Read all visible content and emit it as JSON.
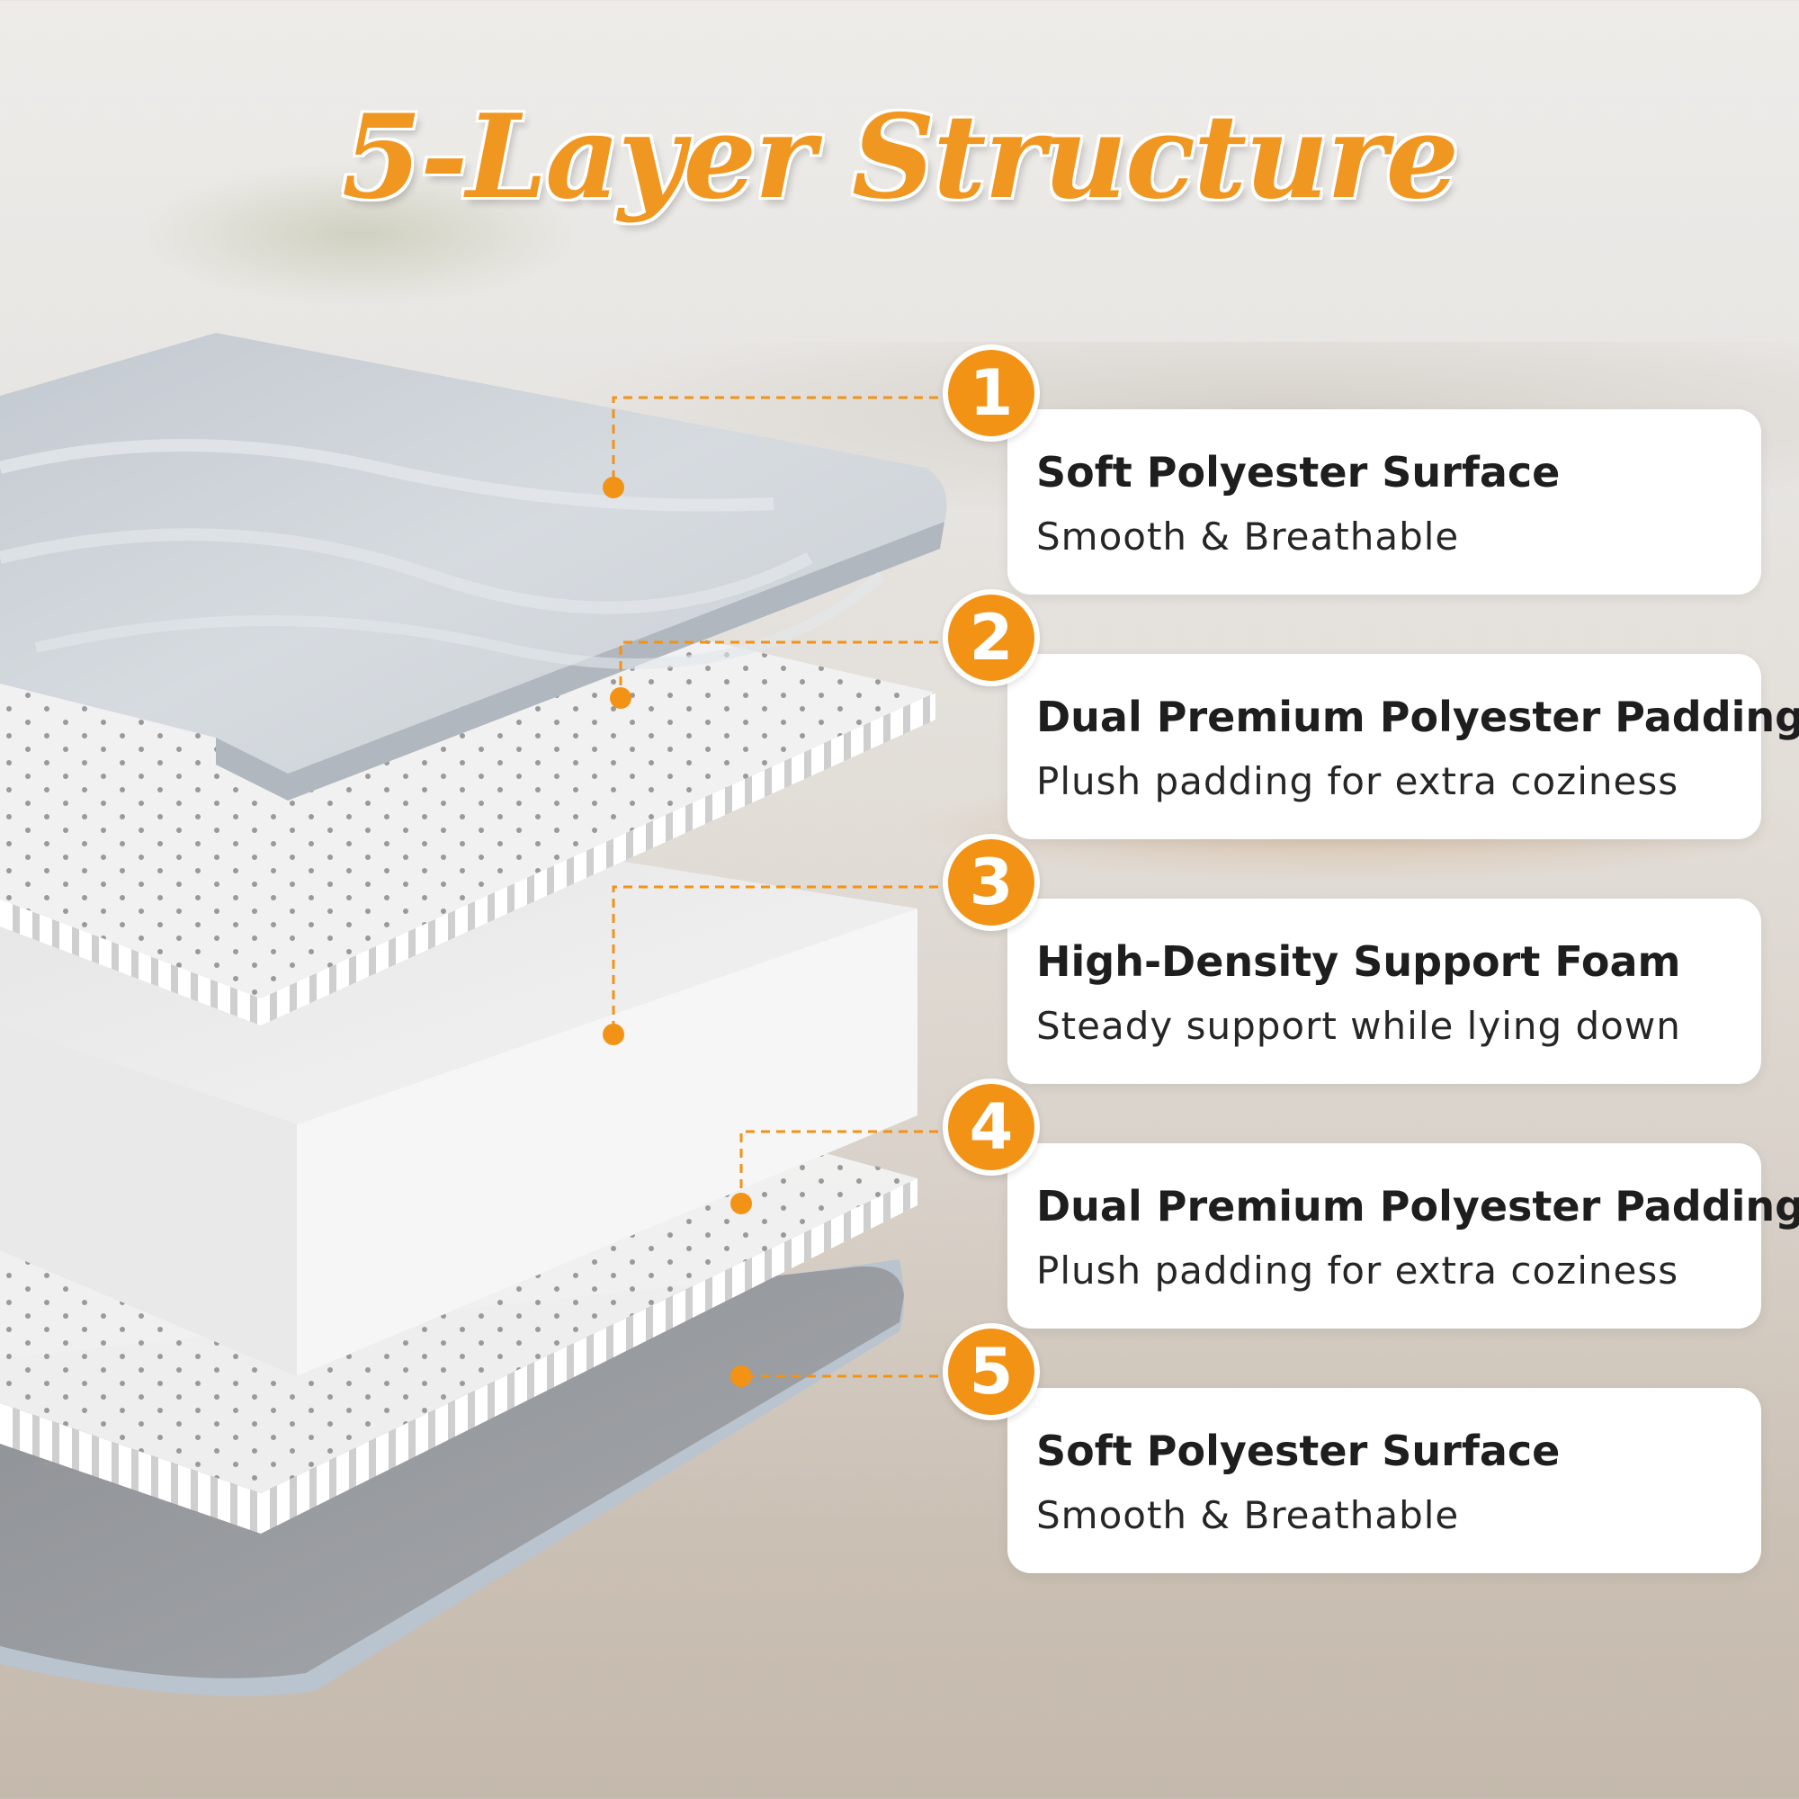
{
  "title": "5-Layer Structure",
  "colors": {
    "accent": "#f29316",
    "title": "#f09722",
    "card": "#ffffff"
  },
  "layers": [
    {
      "number": "1",
      "heading": "Soft Polyester Surface",
      "subtitle": "Smooth & Breathable"
    },
    {
      "number": "2",
      "heading": "Dual Premium Polyester Padding",
      "subtitle": "Plush padding for extra coziness"
    },
    {
      "number": "3",
      "heading": "High-Density Support Foam",
      "subtitle": "Steady support while lying down"
    },
    {
      "number": "4",
      "heading": "Dual Premium Polyester Padding",
      "subtitle": "Plush padding for extra coziness"
    },
    {
      "number": "5",
      "heading": "Soft Polyester Surface",
      "subtitle": "Smooth & Breathable"
    }
  ]
}
